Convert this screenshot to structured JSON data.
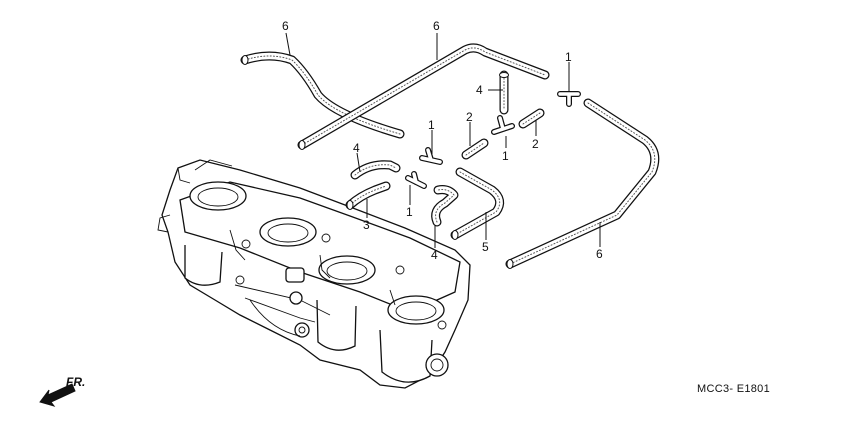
{
  "callouts": {
    "c6a": "6",
    "c6b": "6",
    "c6c": "6",
    "c1a": "1",
    "c1b": "1",
    "c1c": "1",
    "c1d": "1",
    "c2a": "2",
    "c2b": "2",
    "c3": "3",
    "c4a": "4",
    "c4b": "4",
    "c4c": "4",
    "c5": "5"
  },
  "front_marker": "FR.",
  "diagram_code": "MCC3- E1801"
}
